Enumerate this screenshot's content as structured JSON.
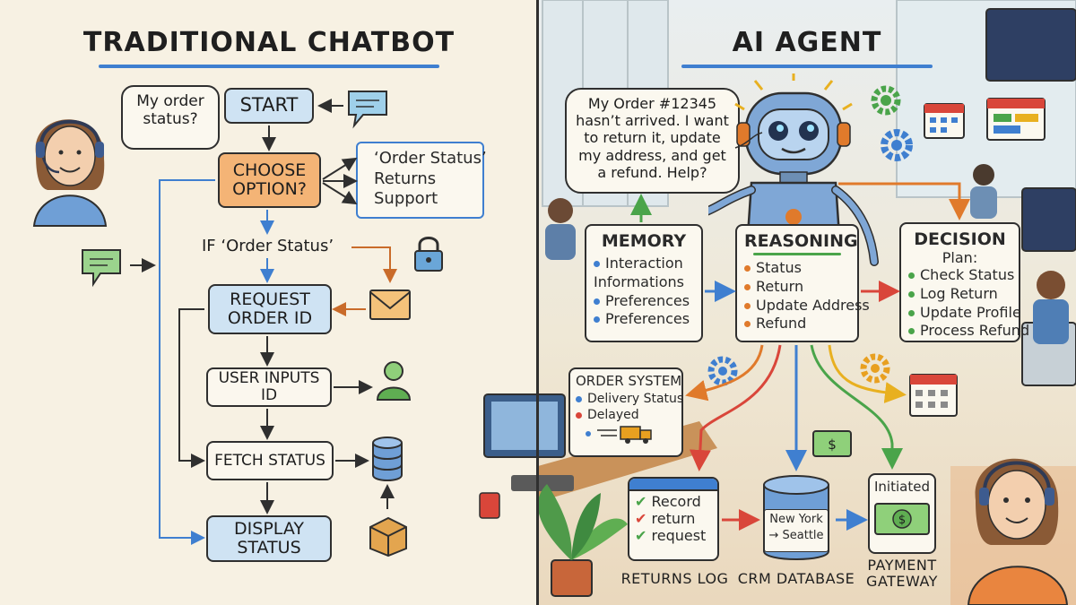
{
  "left": {
    "title": "TRADITIONAL CHATBOT",
    "user_bubble": "My order\nstatus?",
    "start": "START",
    "choose_option": "CHOOSE\nOPTION?",
    "options": [
      "‘Order Status’",
      "Returns",
      "Support"
    ],
    "if_label": "IF ‘Order Status’",
    "request_order_id": "REQUEST\nORDER ID",
    "user_inputs_id": "USER INPUTS ID",
    "fetch_status": "FETCH STATUS",
    "display_status": "DISPLAY\nSTATUS"
  },
  "right": {
    "title": "AI AGENT",
    "user_bubble": "My Order #12345\nhasn’t arrived. I want\nto return it, update\nmy address, and get\na refund. Help?",
    "memory": {
      "title": "MEMORY",
      "items": [
        "Interaction\nInformations",
        "Preferences",
        "Preferences"
      ]
    },
    "reasoning": {
      "title": "REASONING",
      "items": [
        "Status",
        "Return",
        "Update Address",
        "Refund"
      ]
    },
    "decision": {
      "title": "DECISION",
      "subtitle": "Plan:",
      "items": [
        "Check Status",
        "Log Return",
        "Update Profile",
        "Process Refund"
      ]
    },
    "order_system": {
      "title": "ORDER SYSTEM",
      "items": [
        "Delivery Status",
        "Delayed"
      ]
    },
    "returns_log": {
      "items": [
        "Record",
        "return",
        "request"
      ],
      "label": "RETURNS LOG"
    },
    "crm": {
      "from": "New York",
      "to": "Seattle",
      "label": "CRM DATABASE"
    },
    "payment": {
      "status": "Initiated",
      "label": "PAYMENT\nGATEWAY"
    }
  },
  "colors": {
    "blue_box": "#cfe3f3",
    "orange_box": "#f4b476",
    "accent_blue": "#3f7fd0",
    "arrow_orange": "#e07a2b",
    "arrow_red": "#d9463a",
    "arrow_green": "#4aa44a",
    "arrow_yellow": "#e8b020"
  }
}
